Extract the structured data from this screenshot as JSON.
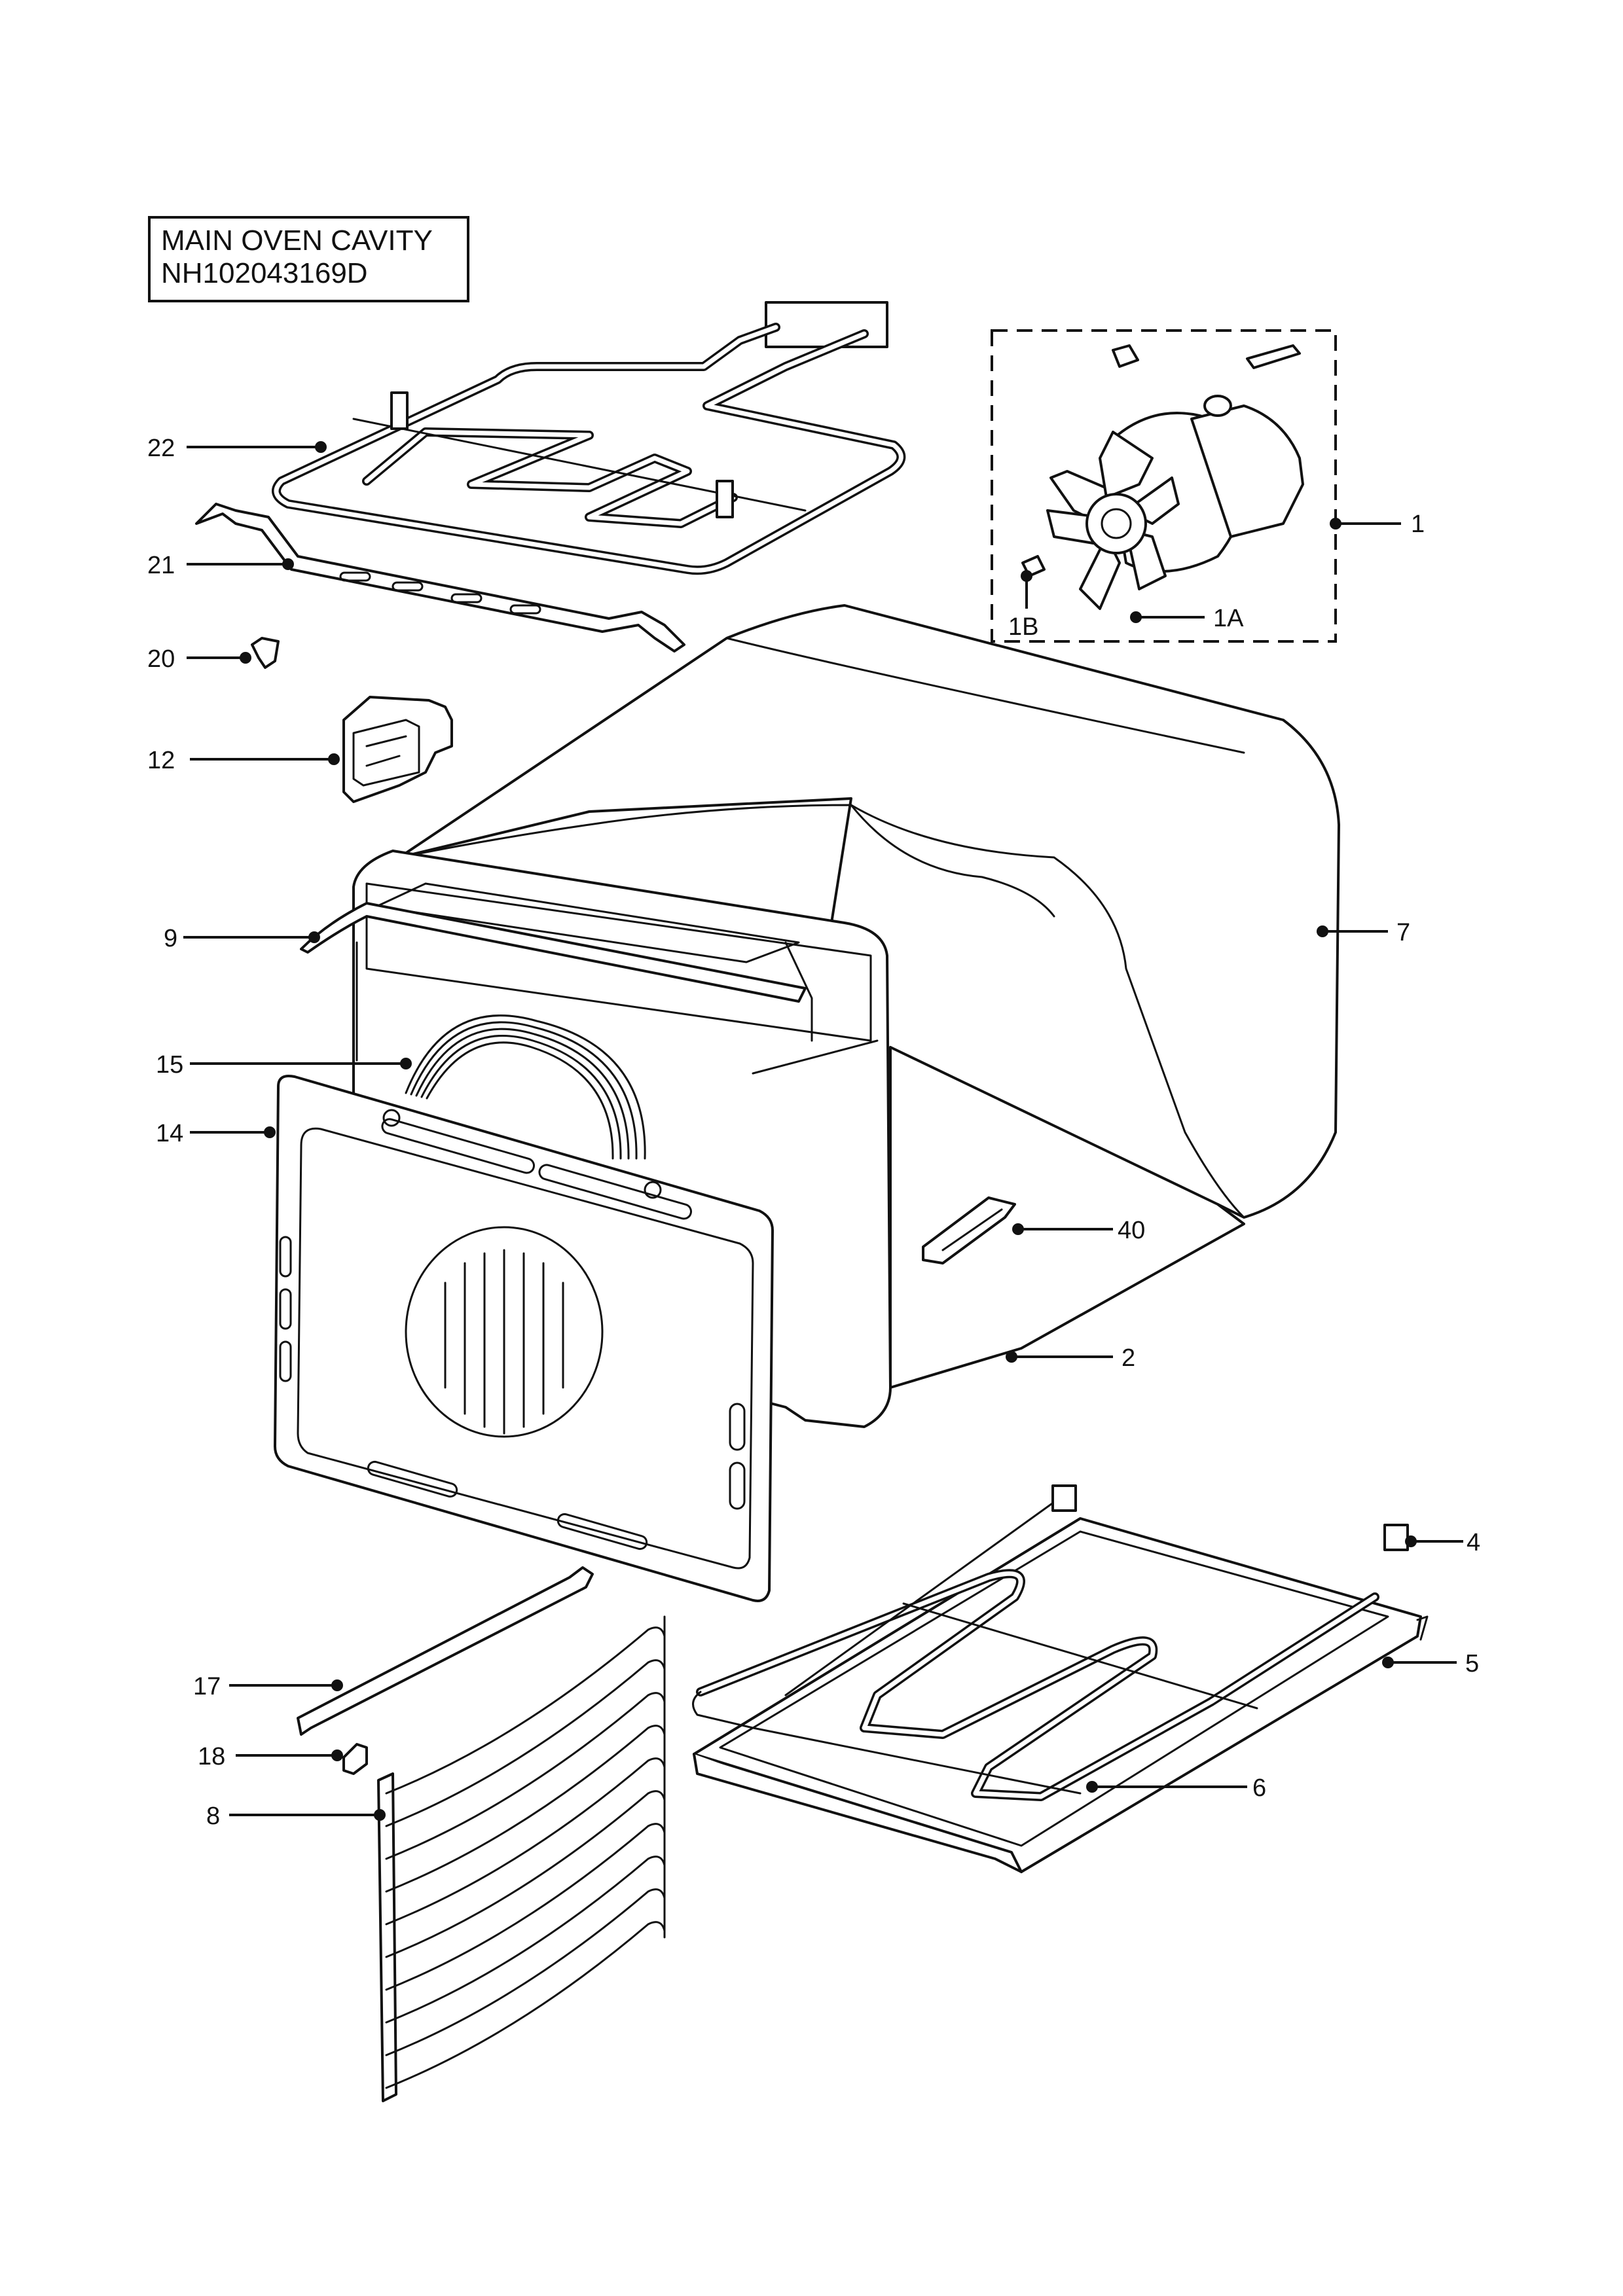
{
  "title_box": {
    "line1": "MAIN OVEN CAVITY",
    "line2": "NH102043169D"
  },
  "callouts": {
    "c1": "1",
    "c1a": "1A",
    "c1b": "1B",
    "c2": "2",
    "c4": "4",
    "c5": "5",
    "c6": "6",
    "c7": "7",
    "c8": "8",
    "c9": "9",
    "c12": "12",
    "c14": "14",
    "c15": "15",
    "c17": "17",
    "c18": "18",
    "c20": "20",
    "c21": "21",
    "c22": "22",
    "c40": "40"
  },
  "style": {
    "line_color": "#111111",
    "background": "#ffffff"
  }
}
